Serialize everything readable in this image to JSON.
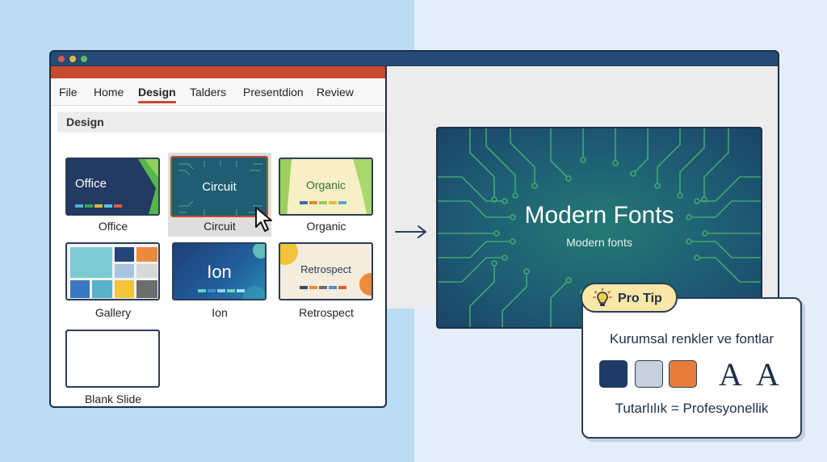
{
  "ribbon": {
    "tabs": [
      {
        "label": "File",
        "active": false
      },
      {
        "label": "Home",
        "active": false
      },
      {
        "label": "Design",
        "active": true
      },
      {
        "label": "Talders",
        "active": false
      },
      {
        "label": "Presentdion",
        "active": false
      },
      {
        "label": "Review",
        "active": false
      }
    ]
  },
  "design_panel": {
    "header": "Design",
    "themes": [
      {
        "label": "Office",
        "thumb_text": "Office",
        "selected": false
      },
      {
        "label": "Circuit",
        "thumb_text": "Circuit",
        "selected": true
      },
      {
        "label": "Organic",
        "thumb_text": "Organic",
        "selected": false
      },
      {
        "label": "Gallery",
        "thumb_text": "",
        "selected": false
      },
      {
        "label": "Ion",
        "thumb_text": "Ion",
        "selected": false
      },
      {
        "label": "Retrospect",
        "thumb_text": "Retrospect",
        "selected": false
      },
      {
        "label": "Blank Slide",
        "thumb_text": "",
        "selected": false
      }
    ]
  },
  "preview": {
    "title": "Modern Fonts",
    "subtitle": "Modern fonts"
  },
  "pro_tip": {
    "badge": "Pro Tip",
    "heading": "Kurumsal renkler ve fontlar",
    "glyph_1": "A",
    "glyph_2": "A",
    "footer": "Tutarlılık = Profesyonellik",
    "colors": [
      "#1e3a66",
      "#c7d0db",
      "#e67e3a"
    ]
  },
  "colors": {
    "accent": "#c84a2f",
    "window_frame": "#264a76",
    "tip_badge": "#fbe7a6"
  }
}
